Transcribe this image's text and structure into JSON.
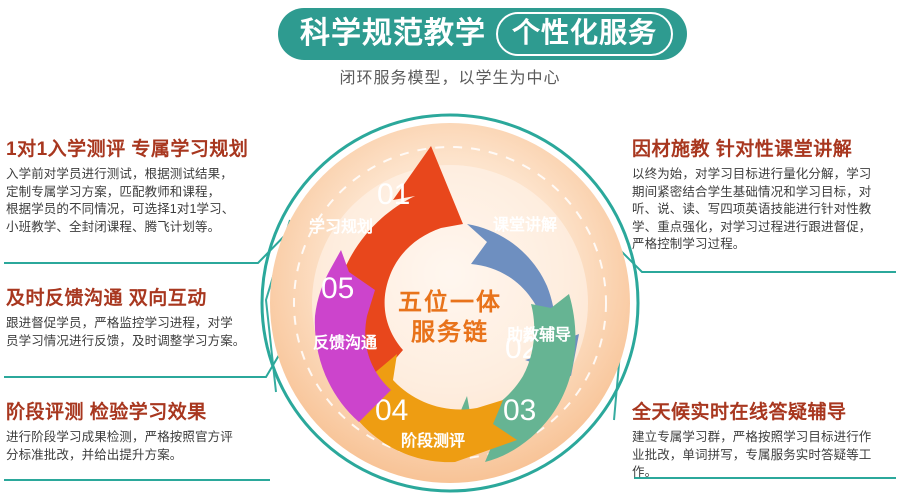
{
  "header": {
    "badge_main": "科学规范教学",
    "badge_pill": "个性化服务",
    "subtitle": "闭环服务模型，以学生为中心",
    "badge_color": "#2E9B90"
  },
  "center": {
    "line1": "五位一体",
    "line2": "服务链",
    "color": "#E8731B"
  },
  "wheel": {
    "ring_color": "#2BA89B",
    "segments": [
      {
        "num": "01",
        "label": "学习规划",
        "color": "#E8471C"
      },
      {
        "num": "02",
        "label": "课堂讲解",
        "color": "#6E8FC0"
      },
      {
        "num": "03",
        "label": "助教辅导",
        "color": "#66B493"
      },
      {
        "num": "04",
        "label": "阶段测评",
        "color": "#EE9D12"
      },
      {
        "num": "05",
        "label": "反馈沟通",
        "color": "#CC44CC"
      }
    ]
  },
  "blocks": {
    "top_left": {
      "title": "1对1入学测评 专属学习规划",
      "lines": [
        "入学前对学员进行测试，根据测试结果，",
        "定制专属学习方案，匹配教师和课程，",
        "根据学员的不同情况，可选择1对1学习、",
        "小班教学、全封闭课程、腾飞计划等。"
      ]
    },
    "middle_left": {
      "title": "及时反馈沟通 双向互动",
      "lines": [
        "跟进督促学员，严格监控学习进程，对学",
        "员学习情况进行反馈，及时调整学习方案。"
      ]
    },
    "bottom_left": {
      "title": "阶段评测 检验学习效果",
      "lines": [
        "进行阶段学习成果检测，严格按照官方评",
        "分标准批改，并给出提升方案。"
      ]
    },
    "top_right": {
      "title": "因材施教 针对性课堂讲解",
      "lines": [
        "以终为始，对学习目标进行量化分解，学习",
        "期间紧密结合学生基础情况和学习目标，对",
        "听、说、读、写四项英语技能进行针对性教",
        "学、重点强化，对学习过程进行跟进督促，",
        "严格控制学习过程。"
      ]
    },
    "bottom_right": {
      "title": "全天候实时在线答疑辅导",
      "lines": [
        "建立专属学习群，严格按照学习目标进行作",
        "业批改，单词拼写，专属服务实时答疑等工",
        "作。"
      ]
    }
  }
}
